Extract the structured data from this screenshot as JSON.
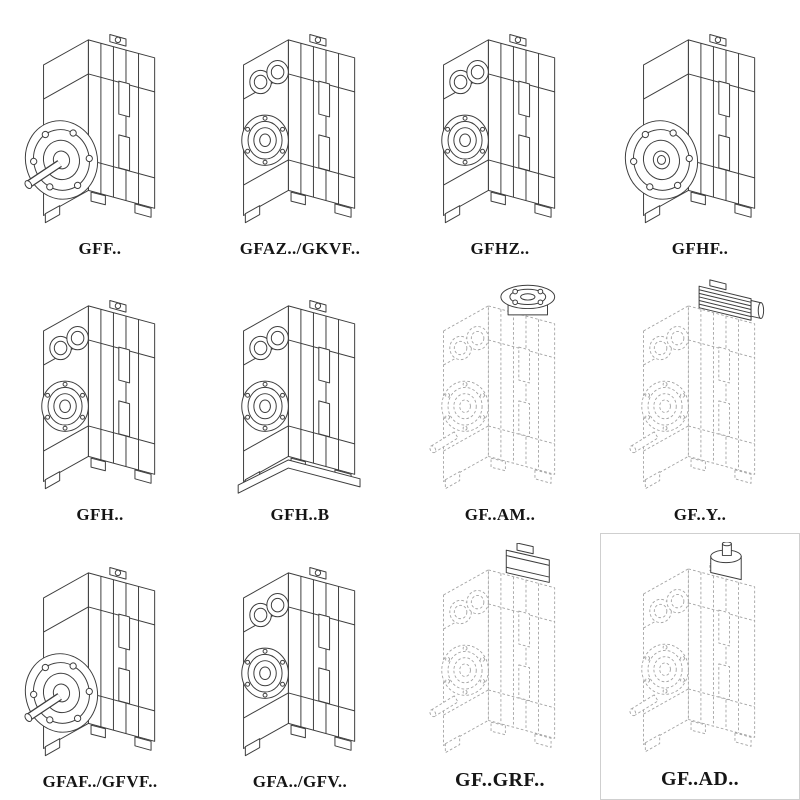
{
  "page": {
    "background": "#ffffff"
  },
  "style": {
    "ink_color": "#3d3d3d",
    "ghost_color": "#a3a3a3",
    "label_color": "#151515"
  },
  "catalog": {
    "rows": 3,
    "columns": 4,
    "description": "Parallel-shaft helical gear unit model overview, isometric line drawings",
    "cells": [
      {
        "label": "GFF..",
        "style": "solid",
        "variant": "output-flange-with-shaft"
      },
      {
        "label": "GFAZ../GKVF..",
        "style": "solid",
        "variant": "hollow-shaft-bores"
      },
      {
        "label": "GFHZ..",
        "style": "solid",
        "variant": "hollow-shaft-bores"
      },
      {
        "label": "GFHF..",
        "style": "solid",
        "variant": "output-flange-hollow"
      },
      {
        "label": "GFH..",
        "style": "solid",
        "variant": "hollow-shaft-bores"
      },
      {
        "label": "GFH..B",
        "style": "solid",
        "variant": "hollow-shaft-bores-base"
      },
      {
        "label": "GF..AM..",
        "style": "ghost",
        "variant": "iec-motor-flange-adapter"
      },
      {
        "label": "GF..Y..",
        "style": "ghost",
        "variant": "mounted-motor"
      },
      {
        "label": "GFAF../GFVF..",
        "style": "solid",
        "variant": "output-flange-with-shaft"
      },
      {
        "label": "GFA../GFV..",
        "style": "solid",
        "variant": "hollow-shaft-bores"
      },
      {
        "label": "GF..GRF..",
        "style": "ghost",
        "variant": "input-adapter-block"
      },
      {
        "label": "GF..AD..",
        "style": "ghost",
        "variant": "input-shaft-assembly"
      }
    ]
  }
}
